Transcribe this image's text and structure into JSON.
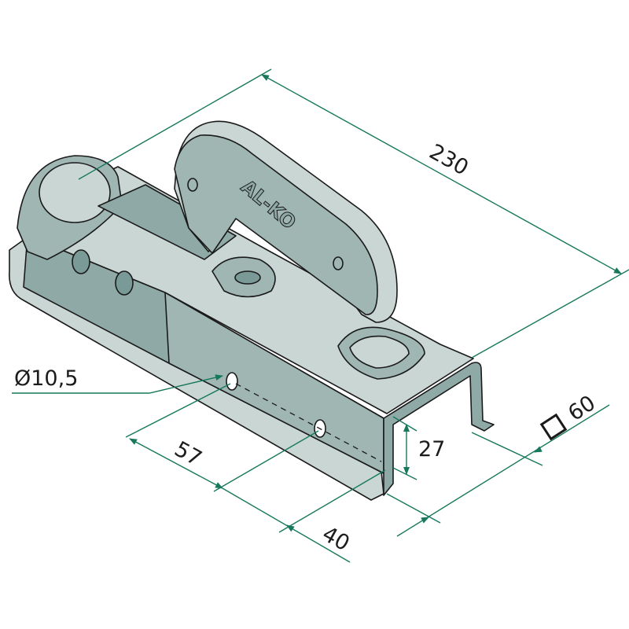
{
  "drawing": {
    "subject": "coupling-head",
    "logo_text": "AL-KO",
    "dimensions": {
      "length": "230",
      "hole_diameter": "Ø10,5",
      "hole_spacing": "57",
      "hole_height": "27",
      "end_distance": "40",
      "square_size": "60"
    }
  },
  "colors": {
    "dimension_line": "#17785c",
    "part_light": "#c9d6d3",
    "part_mid": "#9fb6b3",
    "part_dark": "#7a9a97",
    "outline": "#1a1a1a"
  }
}
